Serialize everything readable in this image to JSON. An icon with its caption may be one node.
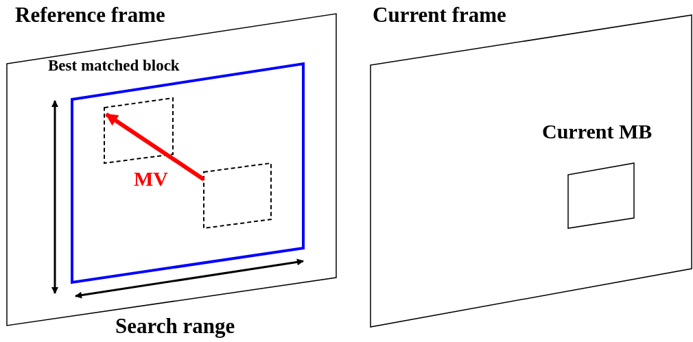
{
  "diagram": {
    "nodes": [
      {
        "text": [
          "Reference frame"
        ]
      },
      {
        "text": [],
        "shape": "box",
        "in": 0
      },
      {
        "text": [],
        "shape": "box",
        "in": 1
      },
      {
        "text": [],
        "shape": "box",
        "in": 1
      },
      {
        "text": [
          "Current frame"
        ]
      },
      {
        "text": [
          "Current MB"
        ],
        "in": 4
      }
    ],
    "edges": [
      {
        "from": 3,
        "to": 2,
        "arrow": "to",
        "label": "MV",
        "color": "#ff0000"
      }
    ],
    "labels": [
      "Best matched block",
      "Search range"
    ]
  }
}
